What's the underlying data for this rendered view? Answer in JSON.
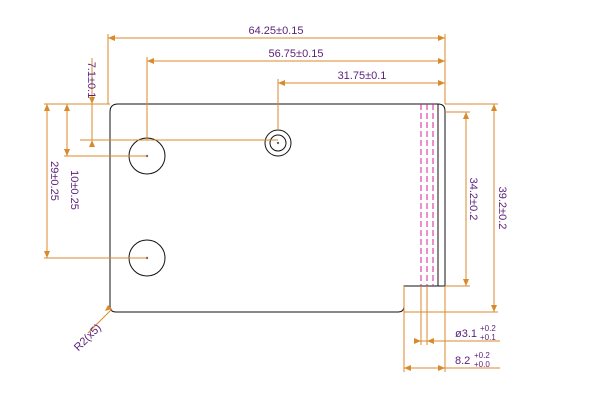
{
  "dimensions": {
    "overall_length": "64.25±0.15",
    "hole_offset_x": "56.75±0.15",
    "small_hole_x": "31.75±0.1",
    "top_to_hole": "7.1±0.1",
    "hole_spacing": "10±0.25",
    "left_height": "29±0.25",
    "inner_height": "34.2±0.2",
    "overall_height": "39.2±0.2",
    "corner_radius": "R2(x5)",
    "hole_dia_base": "ø3.1",
    "hole_dia_tol_upper": "+0.2",
    "hole_dia_tol_lower": "+0.1",
    "notch_width_base": "8.2",
    "notch_width_tol_upper": "+0.2",
    "notch_width_tol_lower": "+0.0"
  },
  "colors": {
    "outline": "#111111",
    "dimension": "#d98a2b",
    "dimension_text": "#5a1f7a",
    "hidden_edge": "#d61c9a",
    "center": "#666666"
  }
}
